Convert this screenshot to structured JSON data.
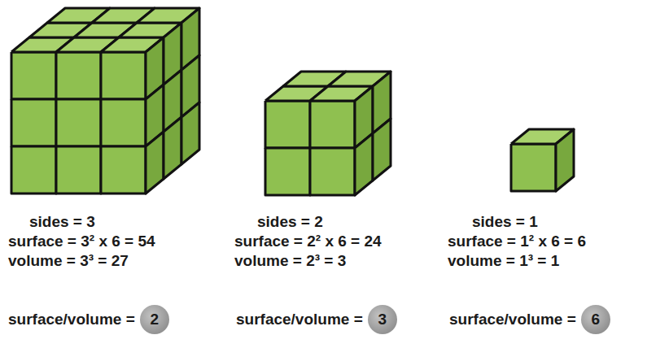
{
  "diagram": {
    "nodes": [
      {
        "text": [
          "2"
        ]
      },
      {
        "text": [
          "3"
        ]
      },
      {
        "text": [
          "6"
        ]
      }
    ],
    "labels": [
      "sides = 3",
      "surface = 3² x 6 = 54",
      "volume = 3³ = 27",
      "surface/volume =",
      "sides = 2",
      "surface = 2² x 6 = 24",
      "volume = 2³ = 3",
      "surface/volume =",
      "sides = 1",
      "surface = 1² x 6 = 6",
      "volume = 1³ = 1",
      "surface/volume ="
    ]
  }
}
